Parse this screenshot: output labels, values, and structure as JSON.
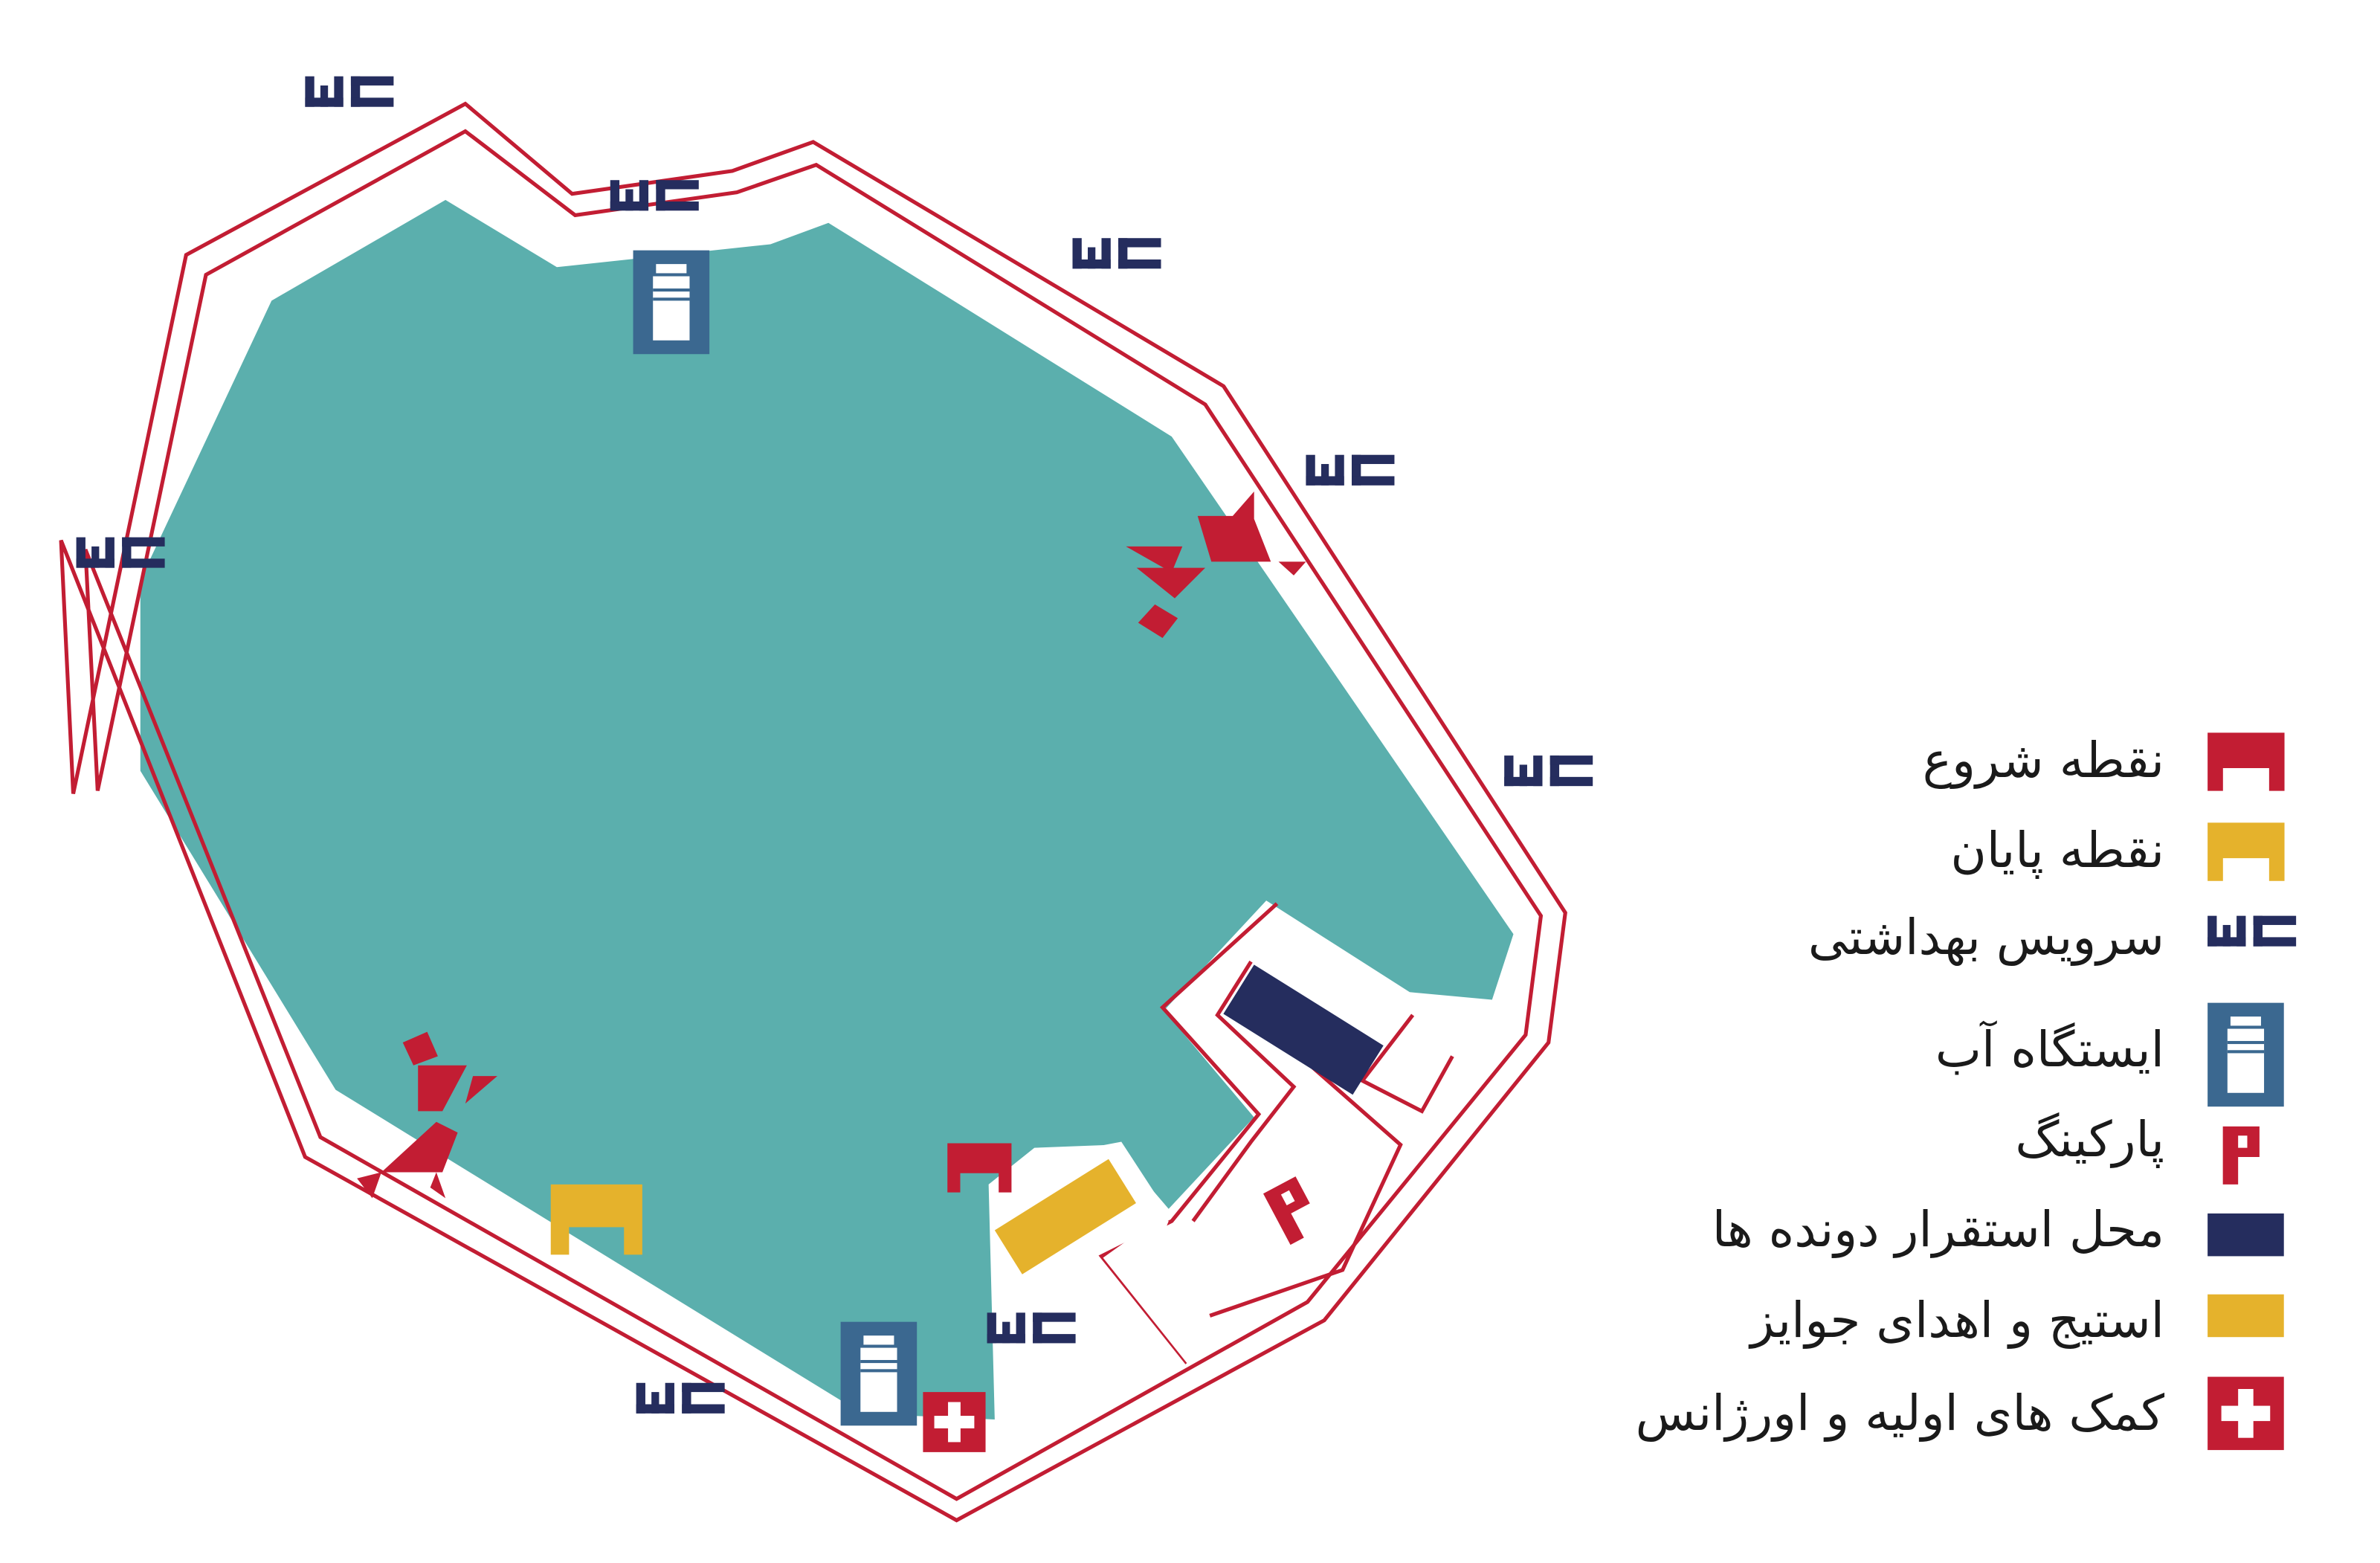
{
  "colors": {
    "lake": "#5bafad",
    "path_line": "#c21d33",
    "wc_navy": "#252d5e",
    "water_blue": "#3b6890",
    "start_red": "#c21d33",
    "finish_yellow": "#e5b22c",
    "runner_navy": "#252d5e",
    "stage_yellow": "#e5b22c",
    "first_aid_red": "#c21d33"
  },
  "map": {
    "wc_label": "WC",
    "parking_label": "P",
    "icons": {
      "start": "start-gate-icon",
      "finish": "finish-gate-icon",
      "wc": "wc-icon",
      "water": "water-bottle-icon",
      "parking": "parking-icon",
      "runner_area": "navy-block-icon",
      "stage": "stage-block-icon",
      "first_aid": "first-aid-cross-icon",
      "tangram": "tangram-runner-icon"
    }
  },
  "legend": {
    "items": [
      {
        "label": "نقطه شروع",
        "icon": "start-gate-icon"
      },
      {
        "label": "نقطه پایان",
        "icon": "finish-gate-icon"
      },
      {
        "label": "سرویس بهداشتی",
        "icon": "wc-icon"
      },
      {
        "label": "ایستگاه آب",
        "icon": "water-bottle-icon"
      },
      {
        "label": "پارکینگ",
        "icon": "parking-icon"
      },
      {
        "label": "محل استقرار دونده ها",
        "icon": "navy-block-icon"
      },
      {
        "label": "استیج و اهدای جوایز",
        "icon": "stage-block-icon"
      },
      {
        "label": "کمک های اولیه و اورژانس",
        "icon": "first-aid-cross-icon"
      }
    ]
  }
}
